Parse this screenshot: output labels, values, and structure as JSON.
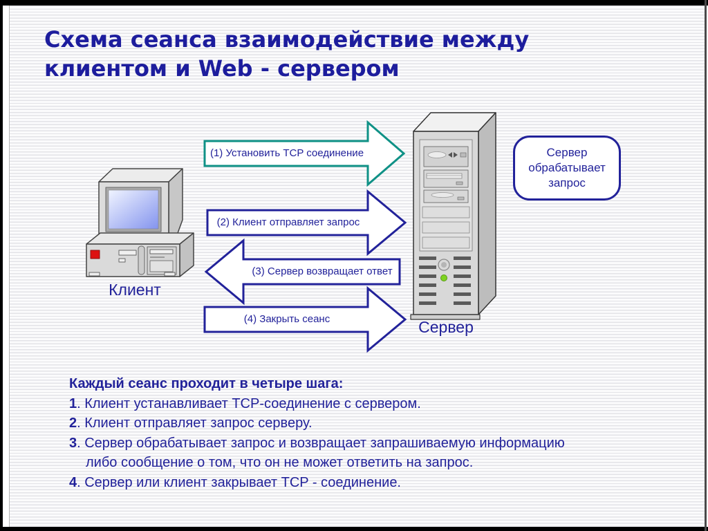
{
  "colors": {
    "navy": "#22229a",
    "teal": "#0f9186",
    "title_blue": "#1d1d9d",
    "stripe_gray": "#e3e3e7",
    "button_red": "#dd1111",
    "led_green": "#7ed321"
  },
  "title": {
    "line1": "Схема сеанса взаимодействие между",
    "line2": "клиентом и Web - сервером"
  },
  "diagram": {
    "client_label": "Клиент",
    "server_label": "Сервер",
    "arrows": [
      {
        "label": "(1) Установить TCP соединение",
        "direction": "right",
        "color": "#0f9186"
      },
      {
        "label": "(2) Клиент отправляет запрос",
        "direction": "right",
        "color": "#22229a"
      },
      {
        "label": "(3) Сервер возвращает ответ",
        "direction": "left",
        "color": "#22229a"
      },
      {
        "label": "(4) Закрыть сеанс",
        "direction": "right",
        "color": "#22229a"
      }
    ],
    "callout": {
      "lines": [
        "Сервер",
        "обрабатывает",
        "запрос"
      ]
    }
  },
  "steps": {
    "heading": "Каждый сеанс проходит в четыре шага:",
    "lines": [
      {
        "num": "1",
        "text": ". Клиент устанавливает TCP-соединение с сервером."
      },
      {
        "num": "2",
        "text": ". Клиент отправляет запрос серверу."
      },
      {
        "num": "3",
        "text": ". Сервер обрабатывает запрос и возвращает запрашиваемую информацию"
      },
      {
        "num": "",
        "text": "либо сообщение о том, что он не может ответить на запрос."
      },
      {
        "num": "4",
        "text": ". Сервер или клиент закрывает TCP - соединение."
      }
    ]
  }
}
